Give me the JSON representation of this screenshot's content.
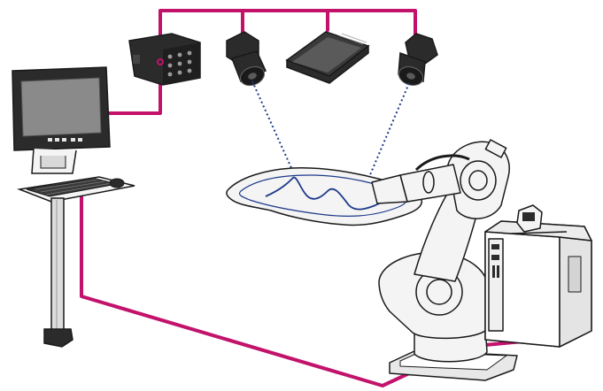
{
  "diagram": {
    "components": [
      {
        "id": "operator-workstation",
        "icon": "monitor-keyboard-stand"
      },
      {
        "id": "controller-box",
        "icon": "io-controller"
      },
      {
        "id": "camera-left",
        "icon": "camera"
      },
      {
        "id": "light-projector",
        "icon": "projector"
      },
      {
        "id": "camera-right",
        "icon": "camera"
      },
      {
        "id": "workpiece",
        "icon": "sheet-part"
      },
      {
        "id": "industrial-robot",
        "icon": "robot-arm"
      },
      {
        "id": "robot-controller-cabinet",
        "icon": "cabinet"
      }
    ],
    "colors": {
      "cable": "#c2126b",
      "outline": "#1a1a1a",
      "body_dark": "#2b2b2b",
      "body_light": "#f4f4f4",
      "screen": "#8a8a8a",
      "path_blue": "#1e3a8a",
      "sight_line": "#1e3a8a"
    }
  }
}
